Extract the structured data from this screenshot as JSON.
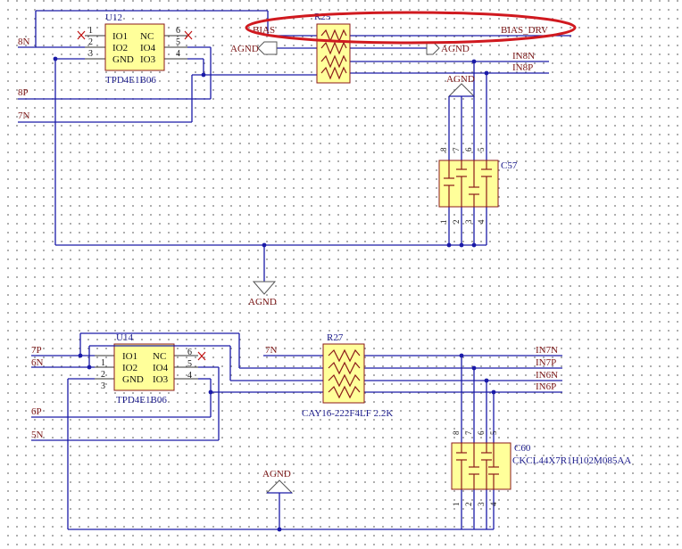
{
  "schematic": {
    "block_top": {
      "ic": {
        "designator": "U12",
        "part": "TPD4E1B06",
        "pin_names_left": [
          "IO1",
          "IO2",
          "GND"
        ],
        "pin_names_right": [
          "NC",
          "IO4",
          "IO3"
        ],
        "pin_numbers_left": [
          "1",
          "2",
          "3"
        ],
        "pin_numbers_right": [
          "6",
          "5",
          "4"
        ]
      },
      "resistor": {
        "designator": "R25"
      },
      "capacitor": {
        "designator": "C57",
        "pins_top": [
          "8",
          "7",
          "6",
          "5"
        ],
        "pins_bottom": [
          "1",
          "2",
          "3",
          "4"
        ]
      },
      "nets": {
        "in_left": [
          "8N",
          "8P",
          "7N"
        ],
        "bias": "BIAS",
        "bias_drv": "BIAS_DRV",
        "right": [
          "IN8N",
          "IN8P"
        ],
        "agnd": "AGND"
      }
    },
    "block_bottom": {
      "ic": {
        "designator": "U14",
        "part": "TPD4E1B06",
        "pin_names_left": [
          "IO1",
          "IO2",
          "GND"
        ],
        "pin_names_right": [
          "NC",
          "IO4",
          "IO3"
        ],
        "pin_numbers_left": [
          "1",
          "2",
          "3"
        ],
        "pin_numbers_right": [
          "6",
          "5",
          "4"
        ]
      },
      "resistor": {
        "designator": "R27",
        "value": "CAY16-222F4LF 2.2K"
      },
      "capacitor": {
        "designator": "C60",
        "value": "CKCL44X7R1H102M085AA",
        "pins_top": [
          "8",
          "7",
          "6",
          "5"
        ],
        "pins_bottom": [
          "1",
          "2",
          "3",
          "4"
        ]
      },
      "nets": {
        "in_left": [
          "7P",
          "6N",
          "6P",
          "5N"
        ],
        "mid": "7N",
        "right": [
          "IN7N",
          "IN7P",
          "IN6N",
          "IN6P"
        ],
        "agnd": "AGND"
      }
    },
    "colors": {
      "wire": "#1a1aa8",
      "body_fill": "#ffff9a",
      "highlight": "#d0191f",
      "net_label": "#7a1414"
    }
  }
}
